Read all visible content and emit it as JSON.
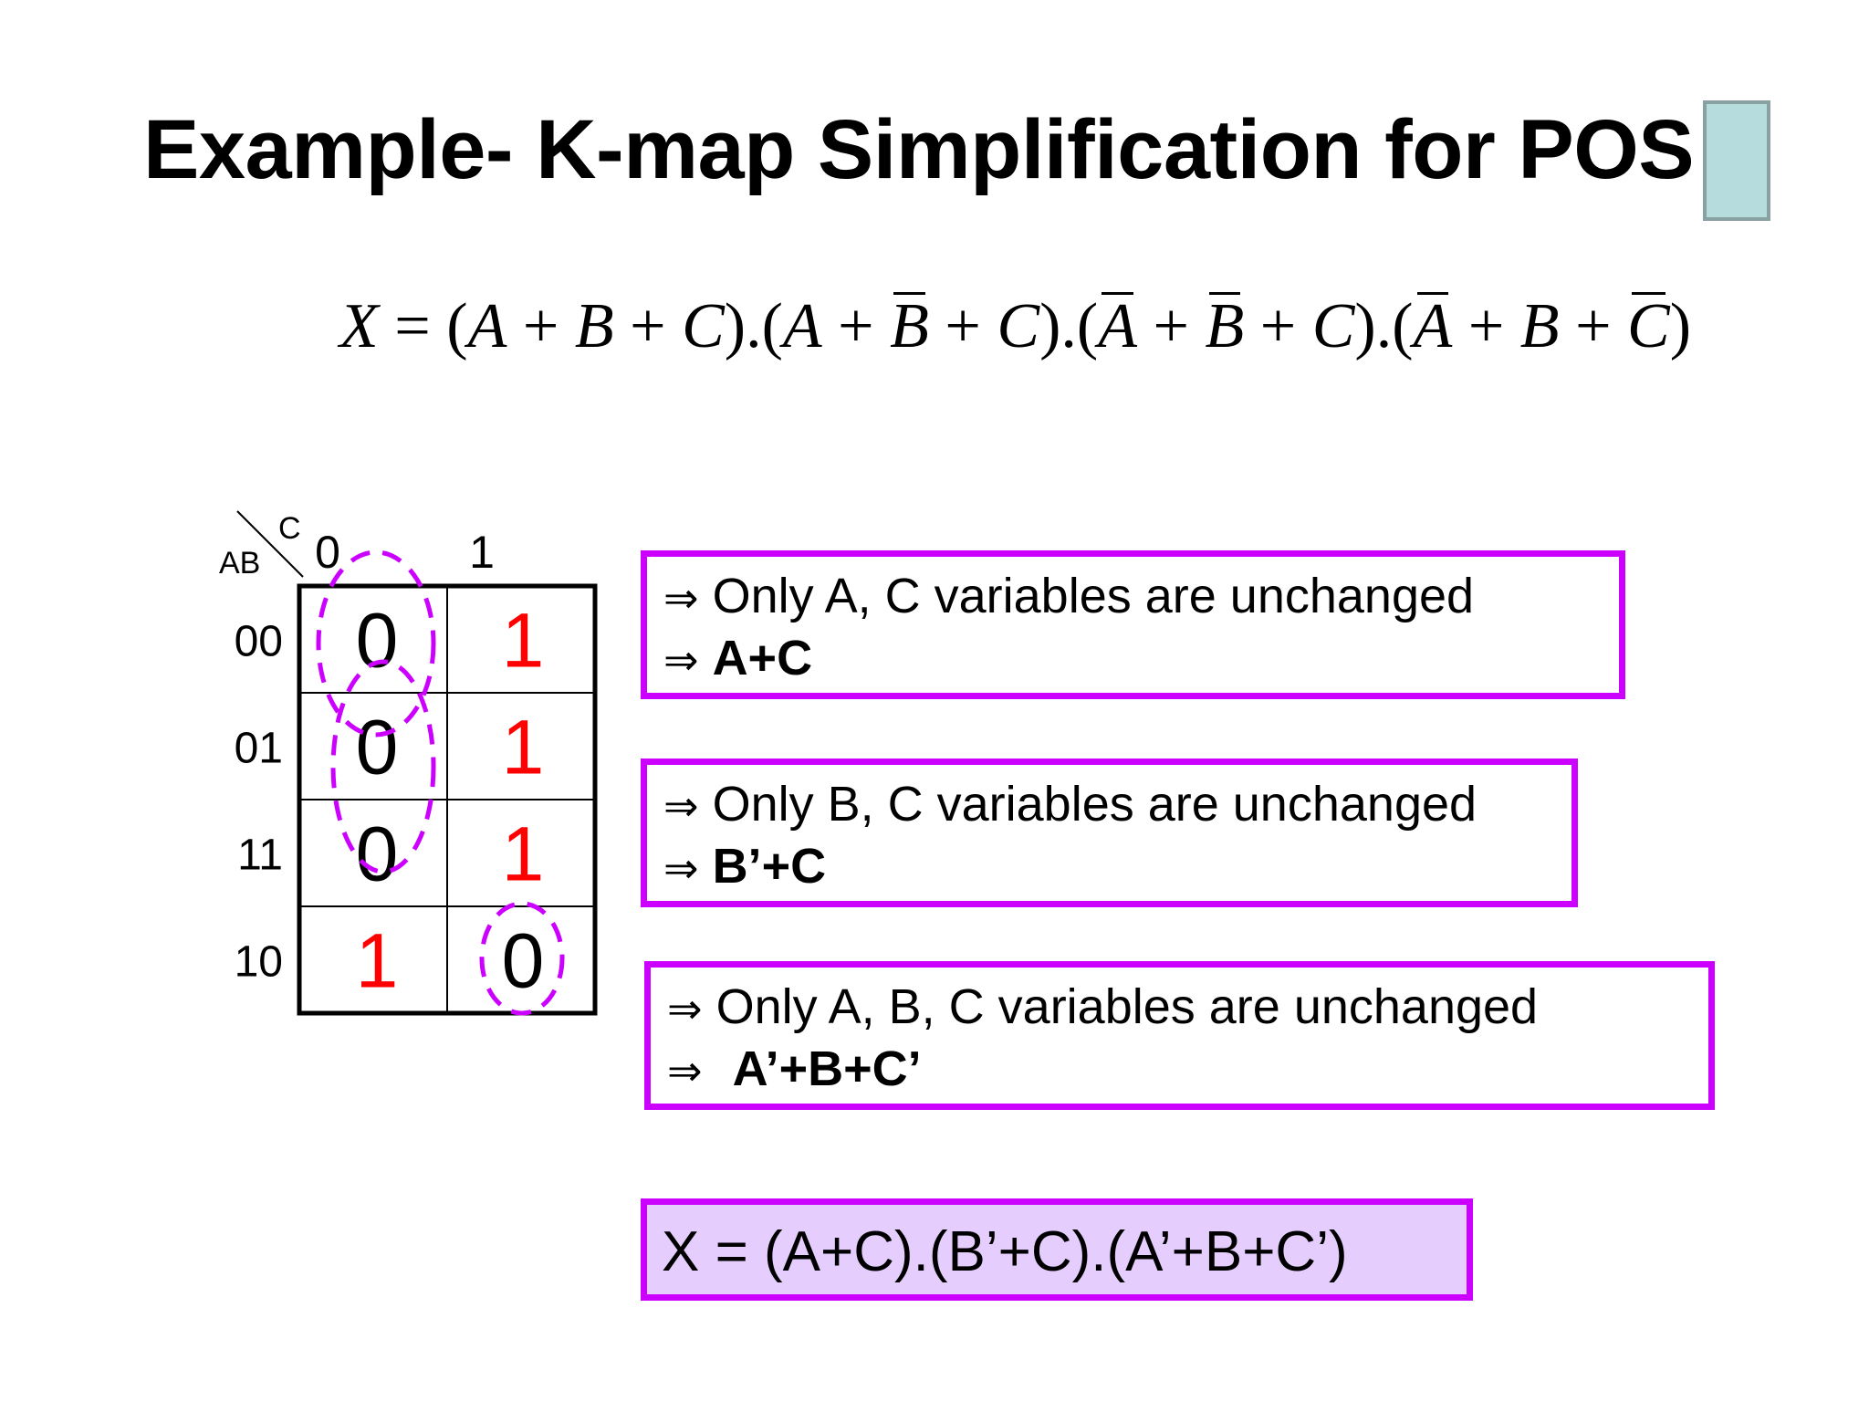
{
  "title": "Example- K-map Simplification for POS",
  "equation": {
    "lhs": "X",
    "equals": "=",
    "terms": [
      [
        {
          "v": "A",
          "bar": false
        },
        {
          "v": "B",
          "bar": false
        },
        {
          "v": "C",
          "bar": false
        }
      ],
      [
        {
          "v": "A",
          "bar": false
        },
        {
          "v": "B",
          "bar": true
        },
        {
          "v": "C",
          "bar": false
        }
      ],
      [
        {
          "v": "A",
          "bar": true
        },
        {
          "v": "B",
          "bar": true
        },
        {
          "v": "C",
          "bar": false
        }
      ],
      [
        {
          "v": "A",
          "bar": true
        },
        {
          "v": "B",
          "bar": false
        },
        {
          "v": "C",
          "bar": true
        }
      ]
    ]
  },
  "kmap": {
    "row_var": "AB",
    "col_var": "C",
    "col_labels": [
      "0",
      "1"
    ],
    "row_labels": [
      "00",
      "01",
      "11",
      "10"
    ],
    "cells": [
      [
        "0",
        "1"
      ],
      [
        "0",
        "1"
      ],
      [
        "0",
        "1"
      ],
      [
        "1",
        "0"
      ]
    ],
    "colors": {
      "zero": "#000000",
      "one": "#ff0000",
      "loop": "#cc00ff",
      "grid": "#000000"
    }
  },
  "boxes": [
    {
      "arrow": "⇒",
      "text": "Only A, C variables are unchanged",
      "expr": "A+C"
    },
    {
      "arrow": "⇒",
      "text": "Only B, C variables are unchanged",
      "expr": "B’+C"
    },
    {
      "arrow": "⇒",
      "text": "Only A, B, C variables are unchanged",
      "expr": "A’+B+C’"
    }
  ],
  "result": "X = (A+C).(B’+C).(A’+B+C’)",
  "colors": {
    "box_border": "#cc00ff",
    "result_fill": "#e5cdfd",
    "accent_square": "#b7dcdd"
  }
}
